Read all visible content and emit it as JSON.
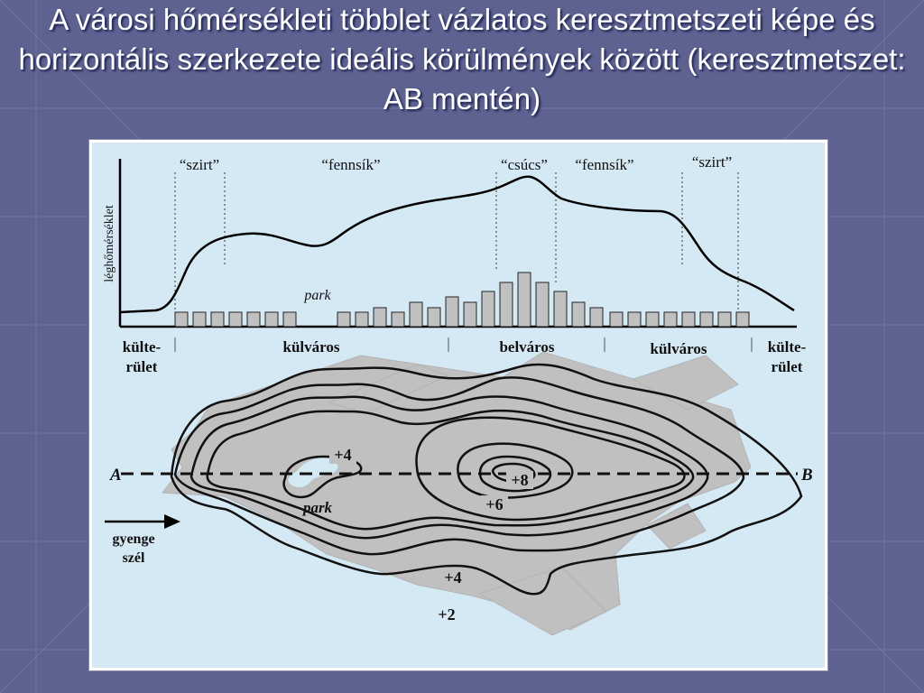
{
  "slide": {
    "title": "A városi hőmérsékleti többlet vázlatos keresztmetszeti képe és horizontális szerkezete ideális körülmények között (keresztmetszet: AB mentén)"
  },
  "diagram": {
    "profile": {
      "ylabel": "léghőmérséklet",
      "top_labels": {
        "szirt_left": "“szirt”",
        "fennsik_left": "“fennsík”",
        "csucs": "“csúcs”",
        "fennsik_right": "“fennsík”",
        "szirt_right": "“szirt”"
      },
      "park_label": "park",
      "zones": {
        "kulterulet_left_1": "külte-",
        "kulterulet_left_2": "rület",
        "kulvaros_left": "külváros",
        "belvaros": "belváros",
        "kulvaros_right": "külváros",
        "kulterulet_right_1": "külte-",
        "kulterulet_right_2": "rület"
      }
    },
    "map": {
      "point_a": "A",
      "point_b": "B",
      "park_label": "park",
      "wind_label_1": "gyenge",
      "wind_label_2": "szél",
      "isotherms": {
        "plus2": "+2",
        "plus4_bottom": "+4",
        "plus4_park": "+4",
        "plus6": "+6",
        "plus8": "+8"
      }
    },
    "colors": {
      "panel_bg": "#d5e9f5",
      "city_fill": "#c0c0c0",
      "bars": "#c0c0c0",
      "slide_bg": "#5d6290"
    }
  }
}
